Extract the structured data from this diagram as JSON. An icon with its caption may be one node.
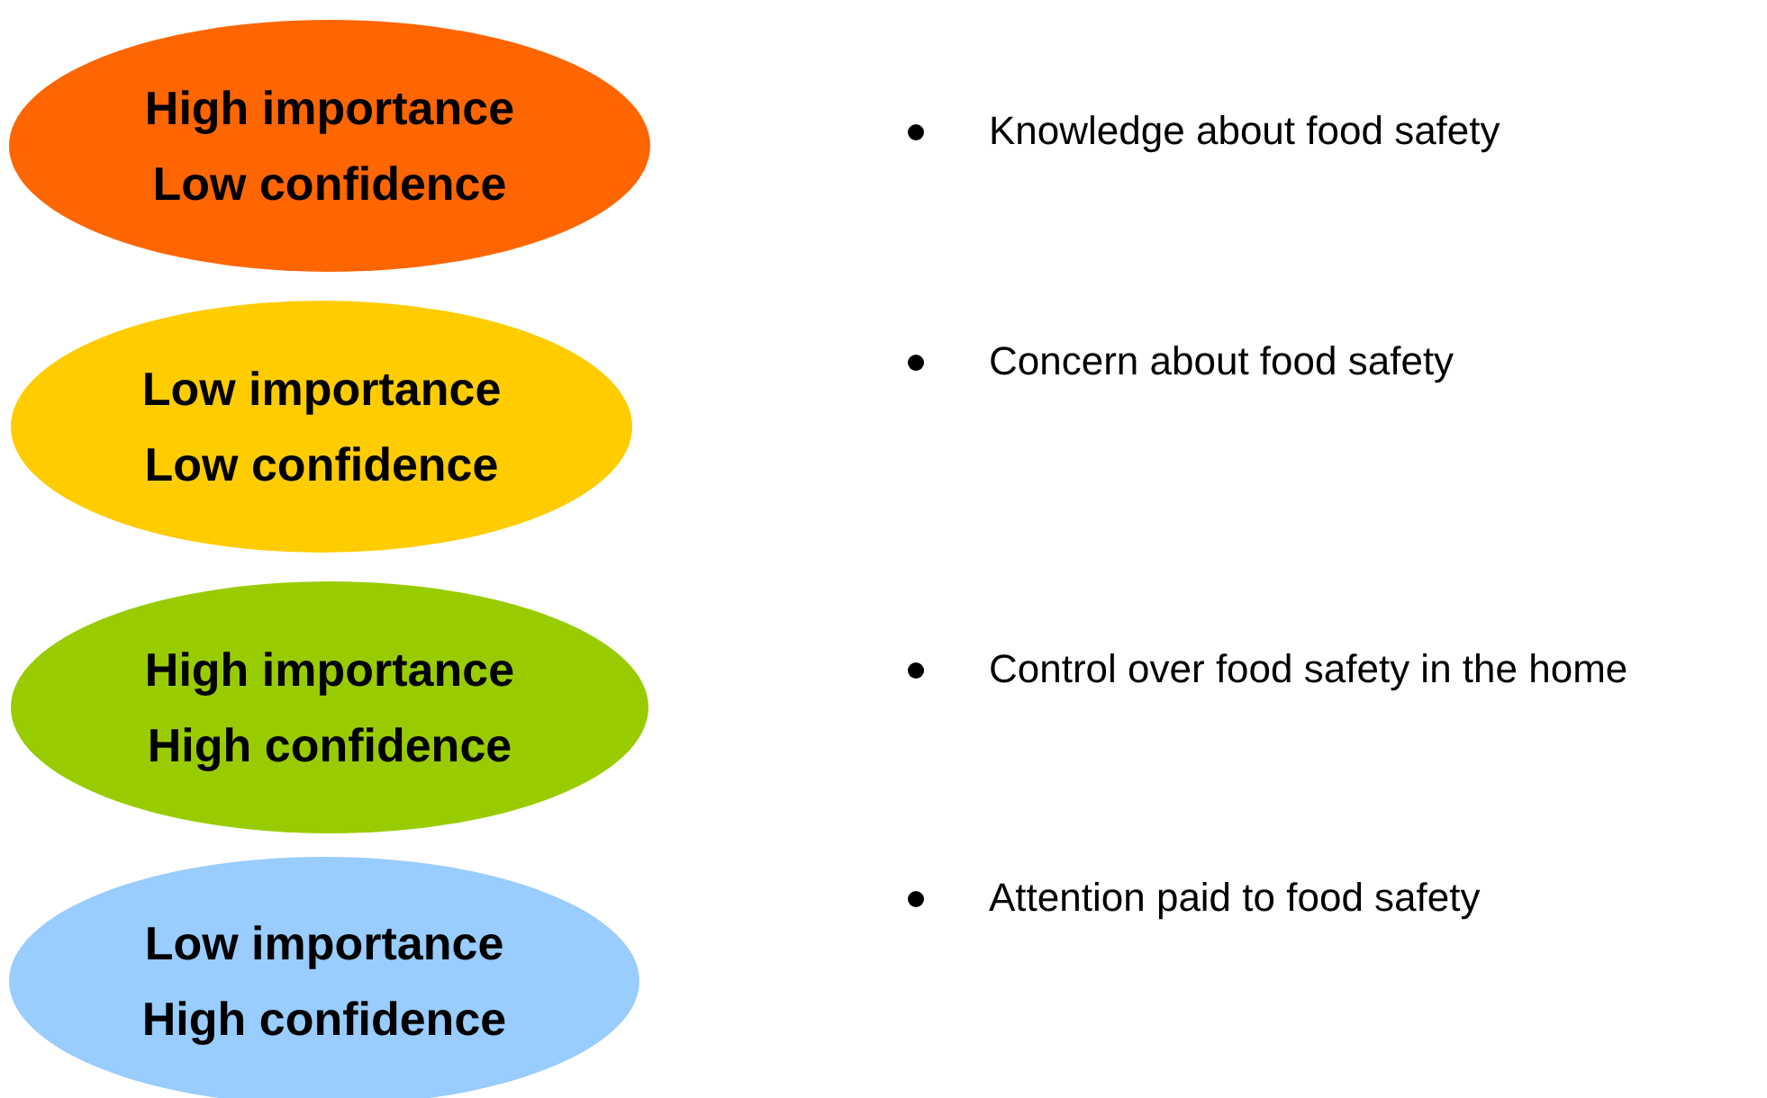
{
  "diagram": {
    "nodes": [
      {
        "text": [
          "High importance Low confidence"
        ]
      },
      {
        "text": [
          "Low importance Low confidence"
        ]
      },
      {
        "text": [
          "High importance High confidence"
        ]
      },
      {
        "text": [
          "Low importance High confidence"
        ]
      }
    ],
    "labels": [
      "Knowledge about food safety",
      "Concern about food safety",
      "Control over food safety in the home",
      "Attention paid to food safety"
    ]
  }
}
